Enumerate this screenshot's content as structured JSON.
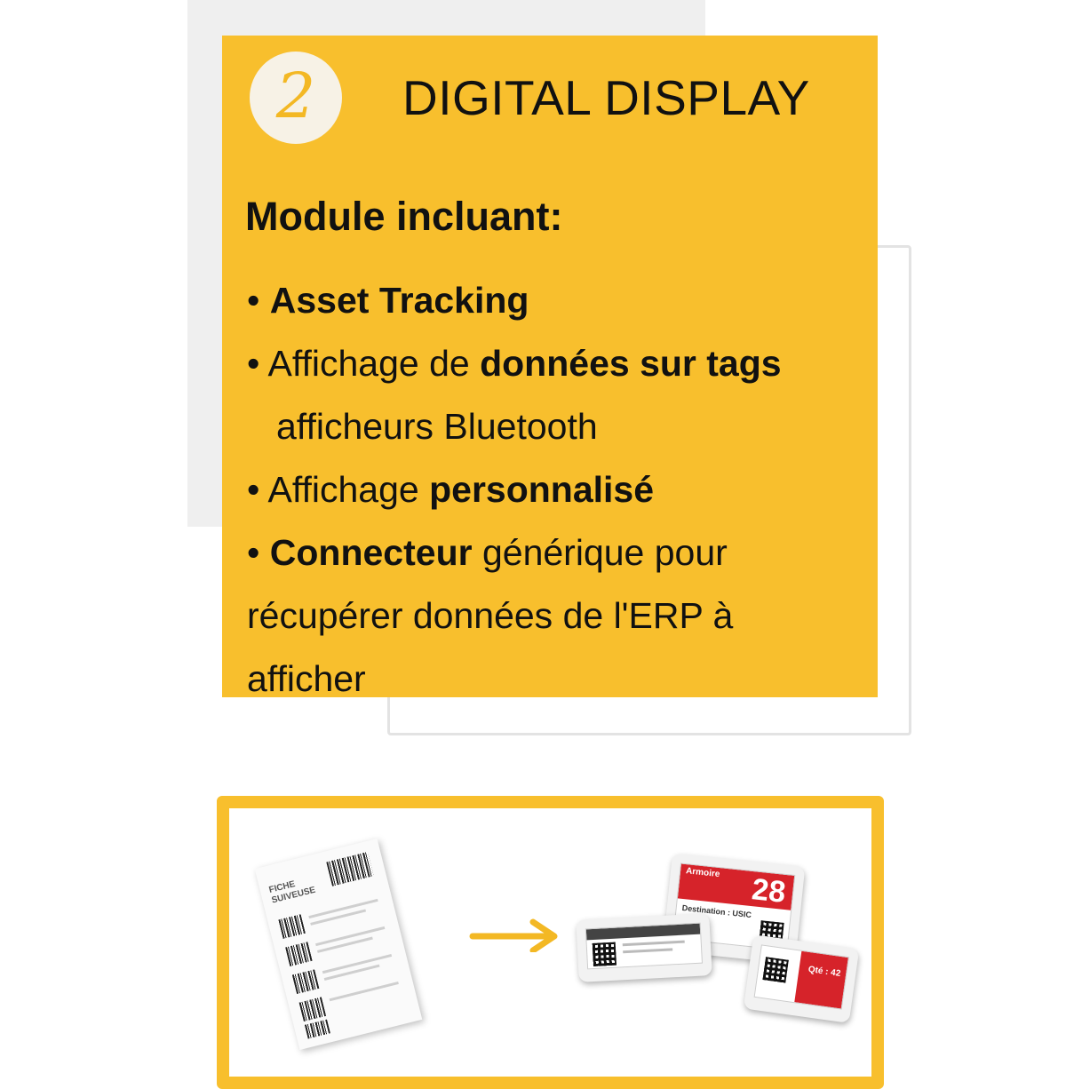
{
  "card": {
    "step_number": "2",
    "title": "DIGITAL DISPLAY",
    "subtitle": "Module incluant:",
    "features": {
      "f1_bold": "Asset Tracking",
      "f2_text": "Affichage de ",
      "f2_bold": "données sur tags",
      "f2_cont": "afficheurs Bluetooth",
      "f3_text": "Affichage ",
      "f3_bold": "personnalisé",
      "f4_bold": "Connecteur",
      "f4_text": " générique pour",
      "f4_cont1": "récupérer données de l'ERP à",
      "f4_cont2": "afficher"
    },
    "bullet": "•"
  },
  "illustration": {
    "paper_label": "FICHE SUIVEUSE",
    "tag_large_caption": "Armoire",
    "tag_large_number": "28",
    "tag_large_sub": "Destination : USIC",
    "tag_small_caption": "Qté : 42"
  },
  "colors": {
    "accent_yellow": "#f8bf2d",
    "tag_red": "#d6232a",
    "panel_gray": "#efefef"
  }
}
